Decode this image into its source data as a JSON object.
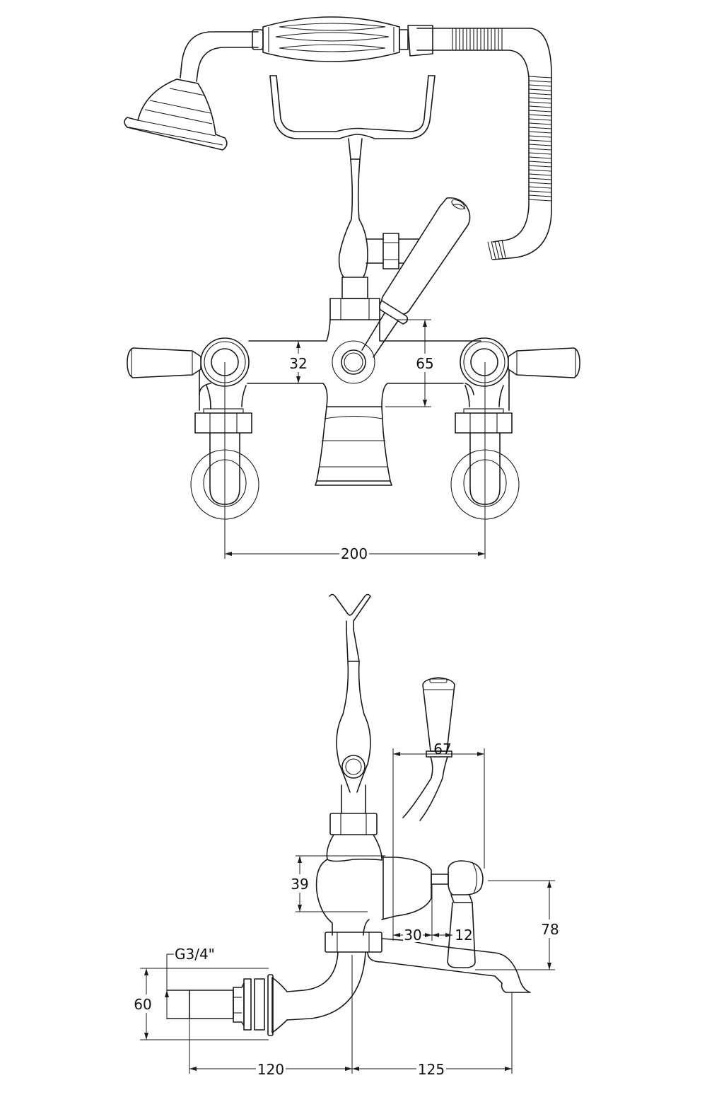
{
  "drawing": {
    "subject": "Bath shower mixer tap technical drawing",
    "line_color": "#1a1a1a",
    "background": "#ffffff",
    "units": "mm"
  },
  "front_view": {
    "dimensions": {
      "body_height": "32",
      "total_body_height": "65",
      "inlet_centres": "200"
    }
  },
  "side_view": {
    "dimensions": {
      "thread": "G3/4\"",
      "flange_diameter": "60",
      "diverter_width": "67",
      "body_height": "39",
      "handle_offset": "30",
      "handle_depth": "12",
      "handle_height": "78",
      "inlet_to_centre": "120",
      "spout_projection": "125"
    }
  }
}
